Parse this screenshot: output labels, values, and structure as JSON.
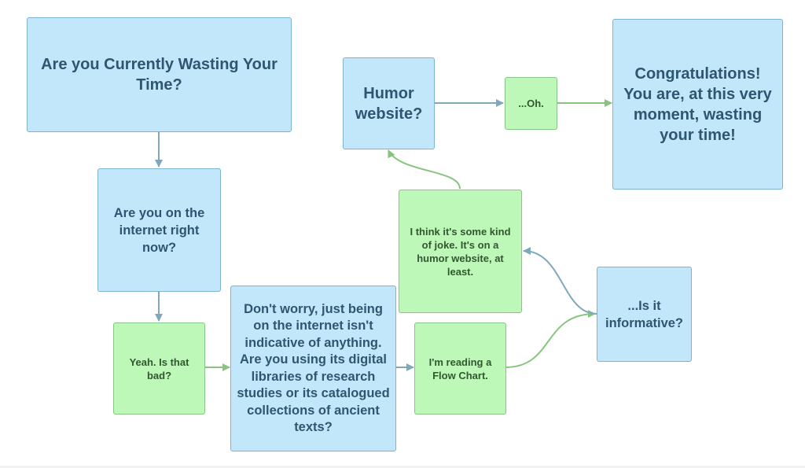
{
  "colors": {
    "question_fill": "#c2e7fb",
    "question_border": "#7eb4cf",
    "question_text": "#2e5670",
    "answer_fill": "#bdf8b8",
    "answer_border": "#86c684",
    "answer_text": "#31572f",
    "blue_arrow": "#7fa8bd",
    "green_arrow": "#87c57f"
  },
  "nodes": {
    "wasting_time": "Are you Currently Wasting Your Time?",
    "on_internet": "Are you on the internet right now?",
    "yeah_bad": "Yeah. Is that bad?",
    "dont_worry": "Don't worry, just being on the internet isn't indicative of anything. Are you using its digital libraries of research studies or its catalogued collections of ancient texts?",
    "reading_flowchart": "I'm reading a Flow Chart.",
    "is_informative": "...Is it informative?",
    "think_joke": "I think it's some kind of joke. It's on a humor website, at least.",
    "humor_website": "Humor website?",
    "oh": "...Oh.",
    "congratulations": "Congratulations! You are, at this very moment, wasting your time!"
  }
}
